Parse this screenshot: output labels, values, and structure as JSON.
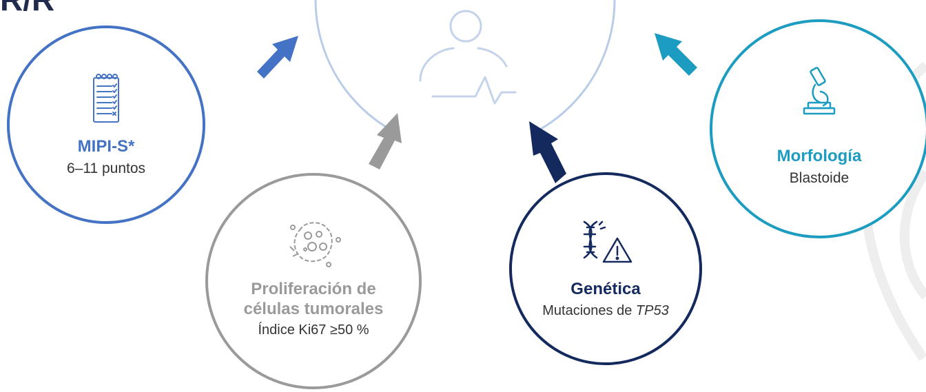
{
  "header": {
    "title_fragment": "R/R"
  },
  "center": {
    "icon": "patient-health-icon"
  },
  "factors": {
    "mipi": {
      "title": "MIPI-S*",
      "subtitle": "6–11 puntos",
      "icon": "checklist-icon",
      "color": "#4472c4"
    },
    "proliferation": {
      "title_line1": "Proliferación de",
      "title_line2": "células tumorales",
      "subtitle": "Índice Ki67 ≥50 %",
      "icon": "tumor-cell-icon",
      "color": "#9a9a9a"
    },
    "genetics": {
      "title": "Genética",
      "subtitle_prefix": "Mutaciones de ",
      "subtitle_gene": "TP53",
      "icon": "dna-warning-icon",
      "color": "#142a5e"
    },
    "morphology": {
      "title": "Morfología",
      "subtitle": "Blastoide",
      "icon": "microscope-icon",
      "color": "#1b9cc0"
    }
  }
}
